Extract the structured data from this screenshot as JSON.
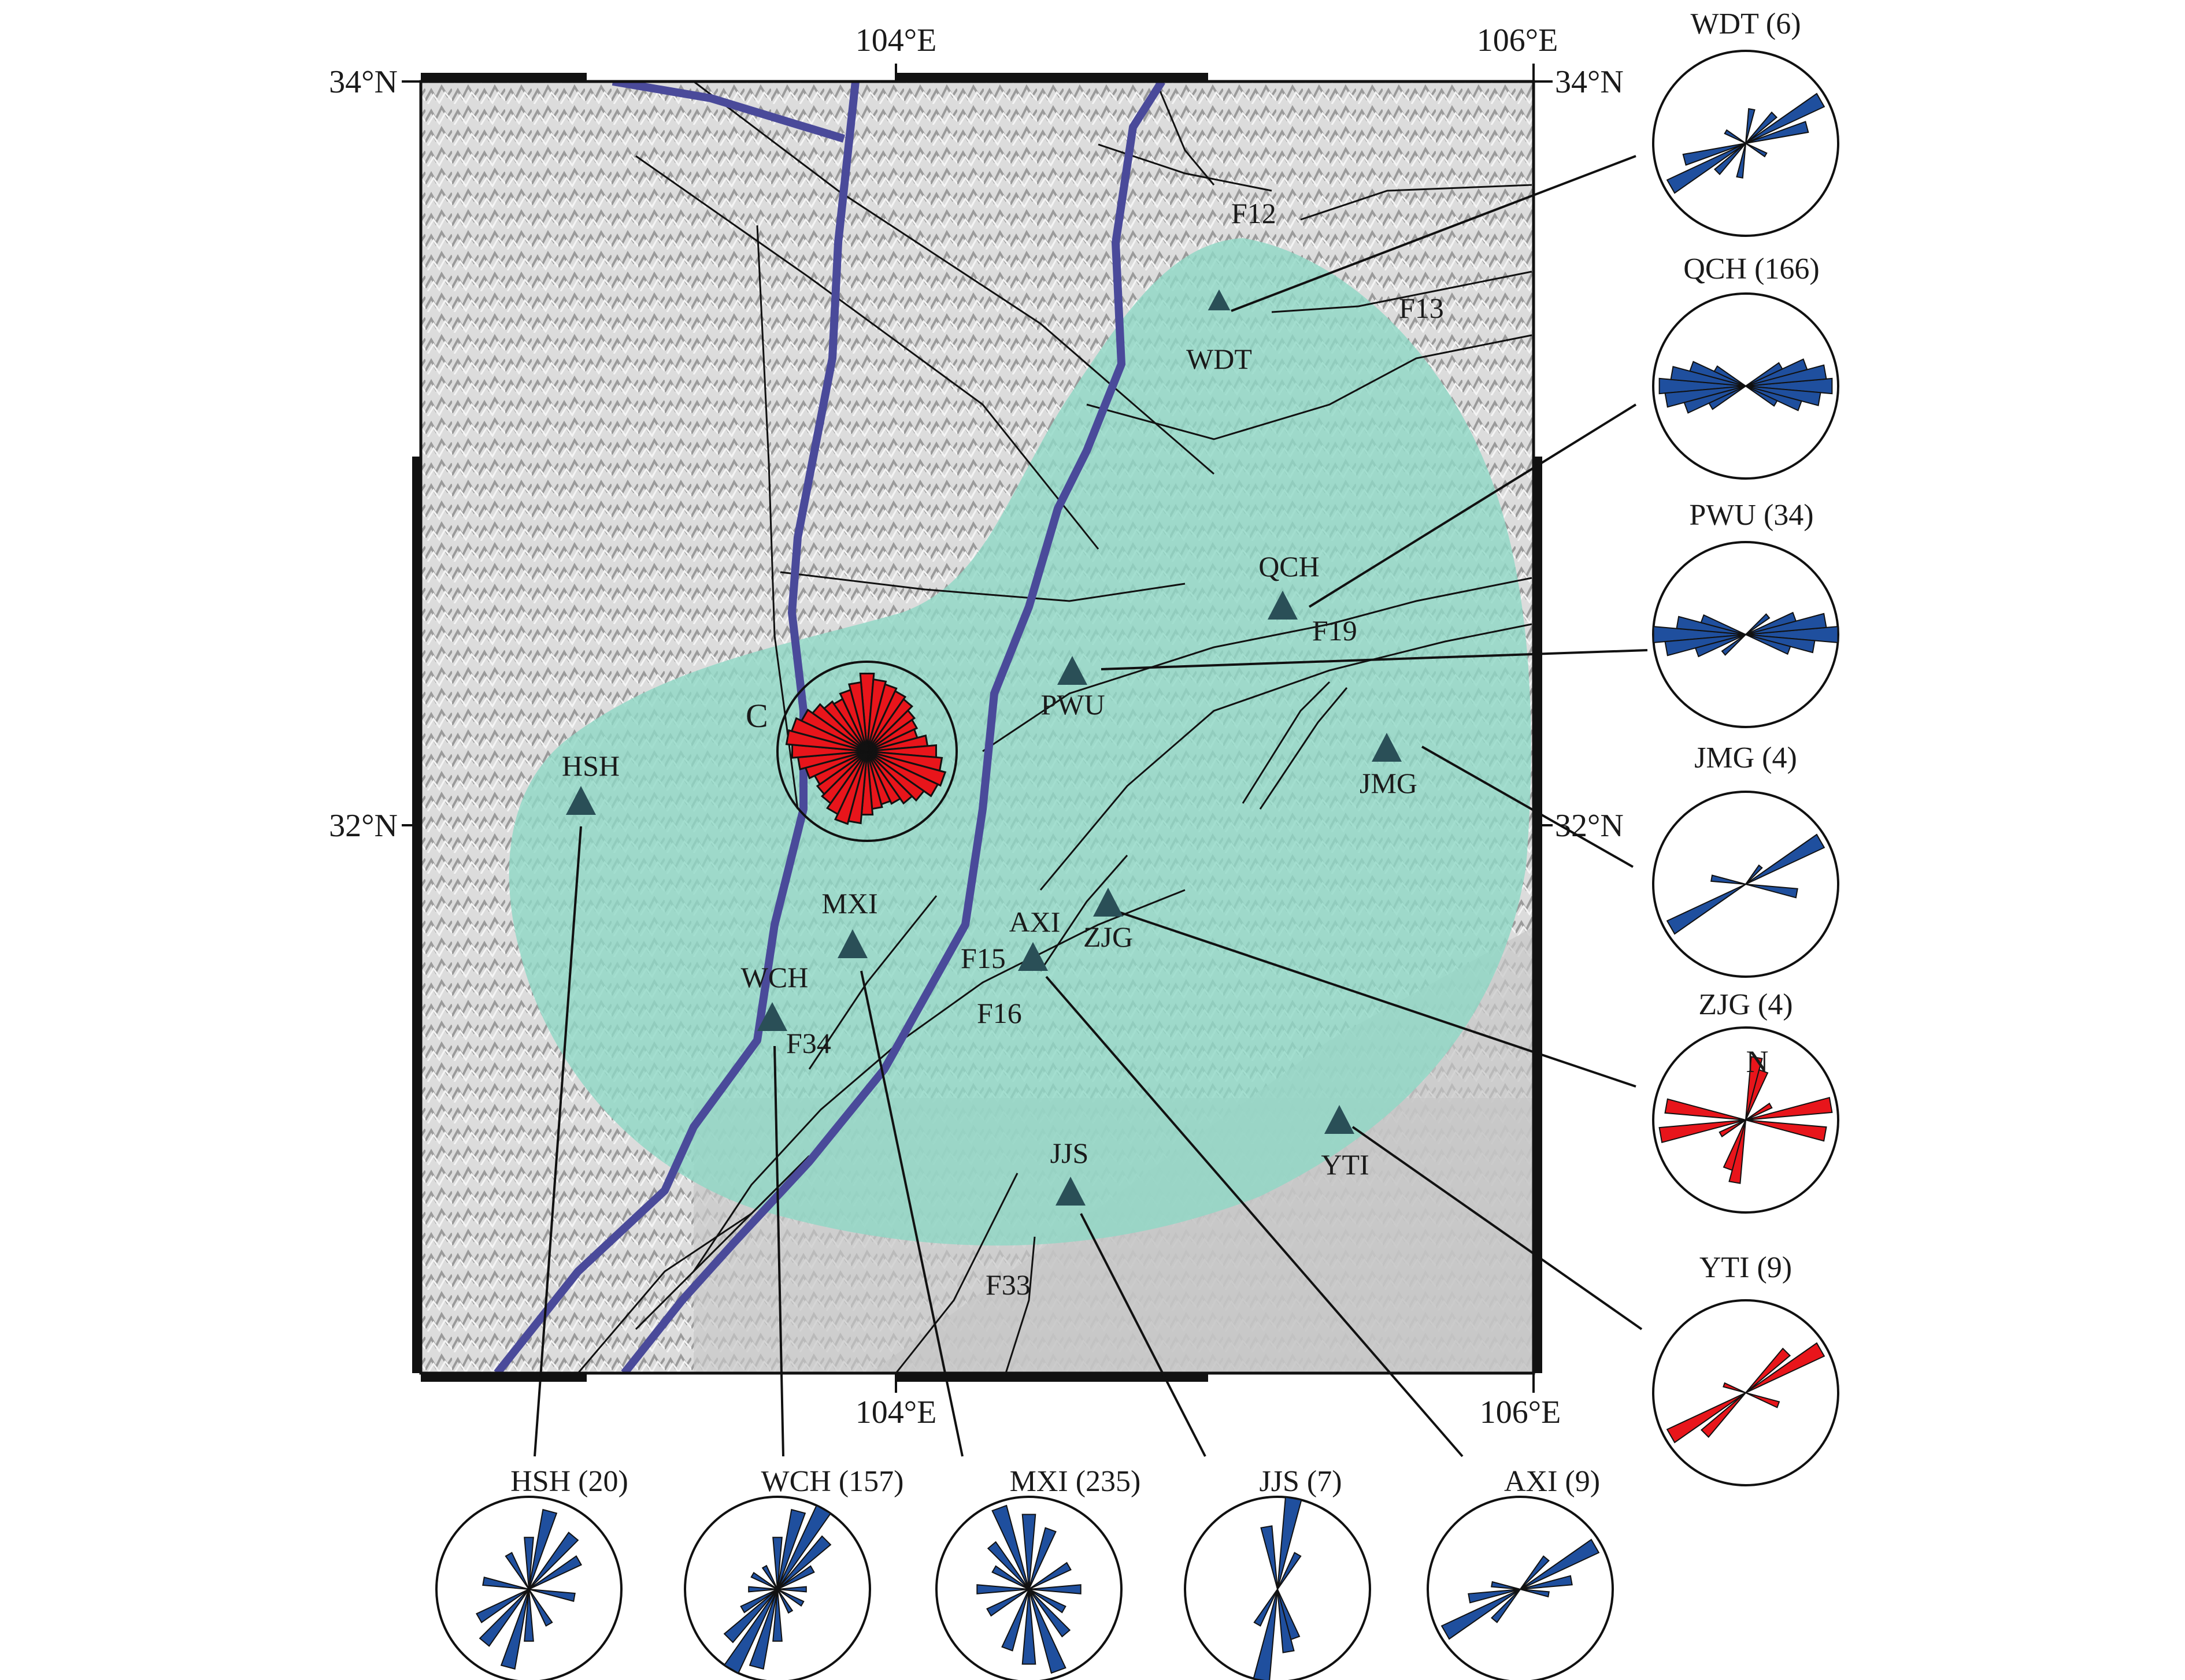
{
  "axes": {
    "top_lon": [
      "104°E",
      "106°E"
    ],
    "bottom_lon": [
      "104°E",
      "106°E"
    ],
    "left_lat": [
      "34°N",
      "32°N"
    ],
    "right_lat": [
      "34°N",
      "32°N"
    ]
  },
  "faults": {
    "F12": "F12",
    "F13": "F13",
    "F19": "F19",
    "F15": "F15",
    "F16": "F16",
    "F34": "F34",
    "F33": "F33"
  },
  "region": {
    "C": "C"
  },
  "stations": [
    {
      "id": "WDT",
      "label": "WDT"
    },
    {
      "id": "QCH",
      "label": "QCH"
    },
    {
      "id": "PWU",
      "label": "PWU"
    },
    {
      "id": "JMG",
      "label": "JMG"
    },
    {
      "id": "HSH",
      "label": "HSH"
    },
    {
      "id": "MXI",
      "label": "MXI"
    },
    {
      "id": "AXI",
      "label": "AXI"
    },
    {
      "id": "ZJG",
      "label": "ZJG"
    },
    {
      "id": "WCH",
      "label": "WCH"
    },
    {
      "id": "JJS",
      "label": "JJS"
    },
    {
      "id": "YTI",
      "label": "YTI"
    }
  ],
  "rose_titles": {
    "WDT": "WDT (6)",
    "QCH": "QCH (166)",
    "PWU": "PWU (34)",
    "JMG": "JMG (4)",
    "ZJG": "ZJG (4)",
    "YTI": "YTI (9)",
    "HSH": "HSH (20)",
    "WCH": "WCH (157)",
    "MXI": "MXI (235)",
    "JJS": "JJS (7)",
    "AXI": "AXI (9)"
  },
  "rose_north_label": "N",
  "colors": {
    "rose_blue": "#1f4f9e",
    "rose_red": "#e8151b",
    "coverage_teal": "#8ed8c5",
    "station_fill": "#2a4f57",
    "thick_fault": "#4a4a9a",
    "terrain": "#d9d9d9"
  }
}
